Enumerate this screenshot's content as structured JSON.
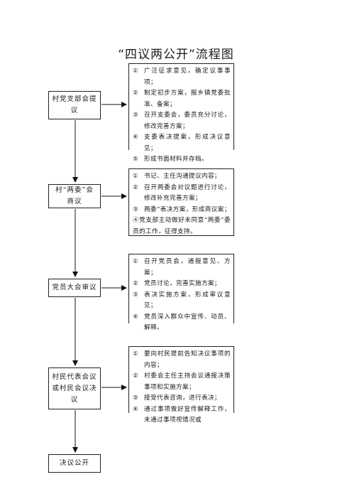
{
  "title": "“四议两公开”流程图",
  "stages": [
    {
      "label": "村党支部会提议",
      "items": [
        {
          "num": "①",
          "text": "广泛征求意见，确定议事事项；"
        },
        {
          "num": "②",
          "text": "制定初步方案，报乡镇党委批准、备案；"
        },
        {
          "num": "③",
          "text": "召开支委会，委员充分讨论，修改完善方案；"
        },
        {
          "num": "④",
          "text": "支委表决提案，形成决议意见；"
        },
        {
          "num": "⑤",
          "text": "形成书面材料并存档。"
        }
      ]
    },
    {
      "label": "村“两委”会商议",
      "items": [
        {
          "num": "①",
          "text": "书记、主任沟通提议内容；"
        },
        {
          "num": "②",
          "text": "召开两委会对议题进行讨论，修改补充完善方案；"
        },
        {
          "num": "③",
          "text": "两委”表决方案，形成商议案；"
        },
        {
          "num": "",
          "text": "④党支部主动做好未同意“两委”委员的工作，征得支持。"
        }
      ]
    },
    {
      "label": "党员大会审议",
      "items": [
        {
          "num": "①",
          "text": "召开党员会，通报意见、方案；"
        },
        {
          "num": "②",
          "text": "党员讨论，完善实施方案；"
        },
        {
          "num": "③",
          "text": "表决实施方案，形成审议意见；"
        },
        {
          "num": "④",
          "text": "党员深入群众中宣传、动员、解释。"
        }
      ]
    },
    {
      "label": "村民代表会议或村民会议决议",
      "items": [
        {
          "num": "①",
          "text": "要向村民提前告知决议事项的内容；"
        },
        {
          "num": "②",
          "text": "村委会主任主持会议通报决策事项和实施方案；"
        },
        {
          "num": "③",
          "text": "接受代表咨询，进行表决；"
        },
        {
          "num": "④",
          "text": "通过事项做好宣传解释工作，未通过事项视情况或"
        }
      ]
    },
    {
      "label": "决议公开",
      "items": []
    }
  ]
}
